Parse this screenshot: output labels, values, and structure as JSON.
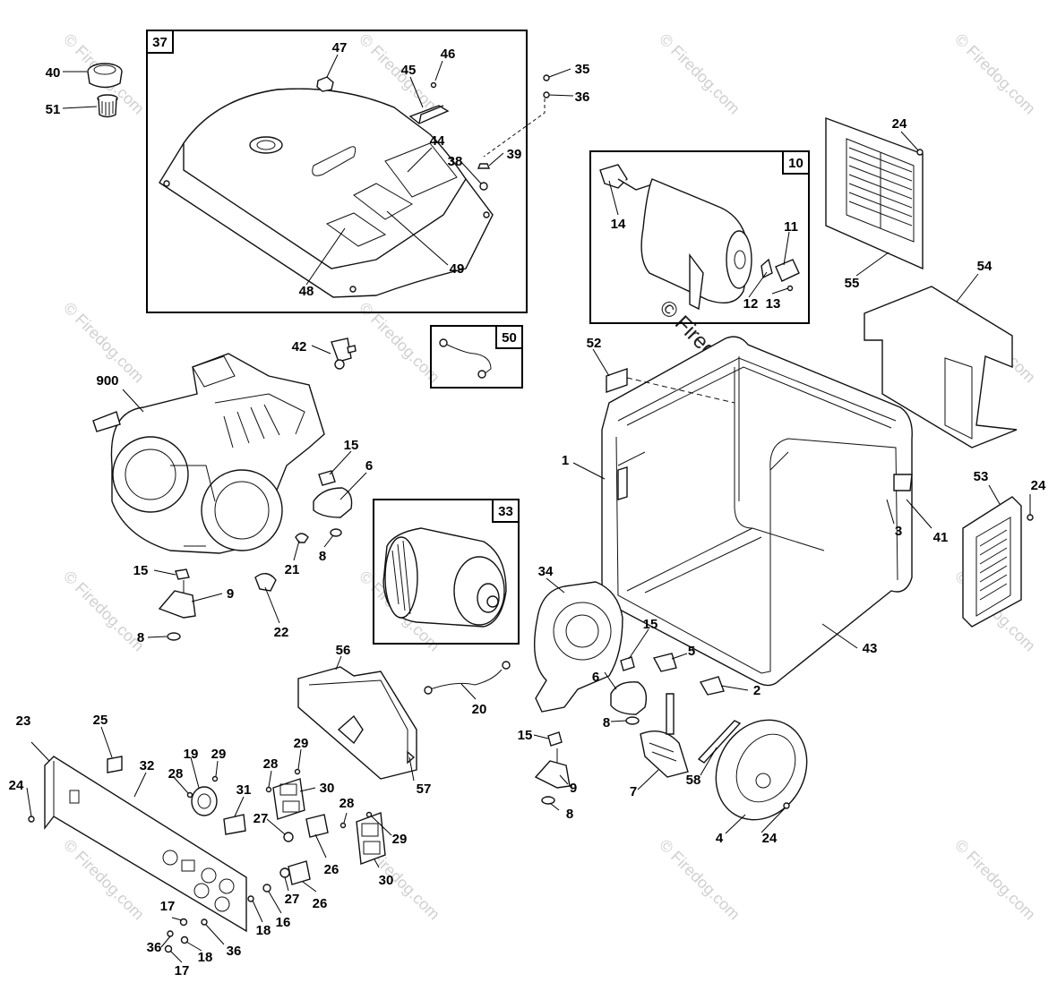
{
  "watermark": "© Firedog.com",
  "group_boxes": [
    {
      "id": "box-37",
      "label": "37"
    },
    {
      "id": "box-10",
      "label": "10"
    },
    {
      "id": "box-50",
      "label": "50"
    },
    {
      "id": "box-33",
      "label": "33"
    }
  ],
  "callouts": [
    "40",
    "51",
    "47",
    "46",
    "45",
    "44",
    "38",
    "39",
    "35",
    "36",
    "48",
    "49",
    "14",
    "11",
    "12",
    "13",
    "24",
    "55",
    "54",
    "42",
    "900",
    "15",
    "6",
    "8",
    "21",
    "22",
    "9",
    "52",
    "1",
    "3",
    "41",
    "53",
    "34",
    "5",
    "2",
    "43",
    "56",
    "20",
    "57",
    "7",
    "58",
    "4",
    "23",
    "25",
    "32",
    "19",
    "28",
    "29",
    "31",
    "27",
    "26",
    "30",
    "17",
    "18",
    "16"
  ]
}
